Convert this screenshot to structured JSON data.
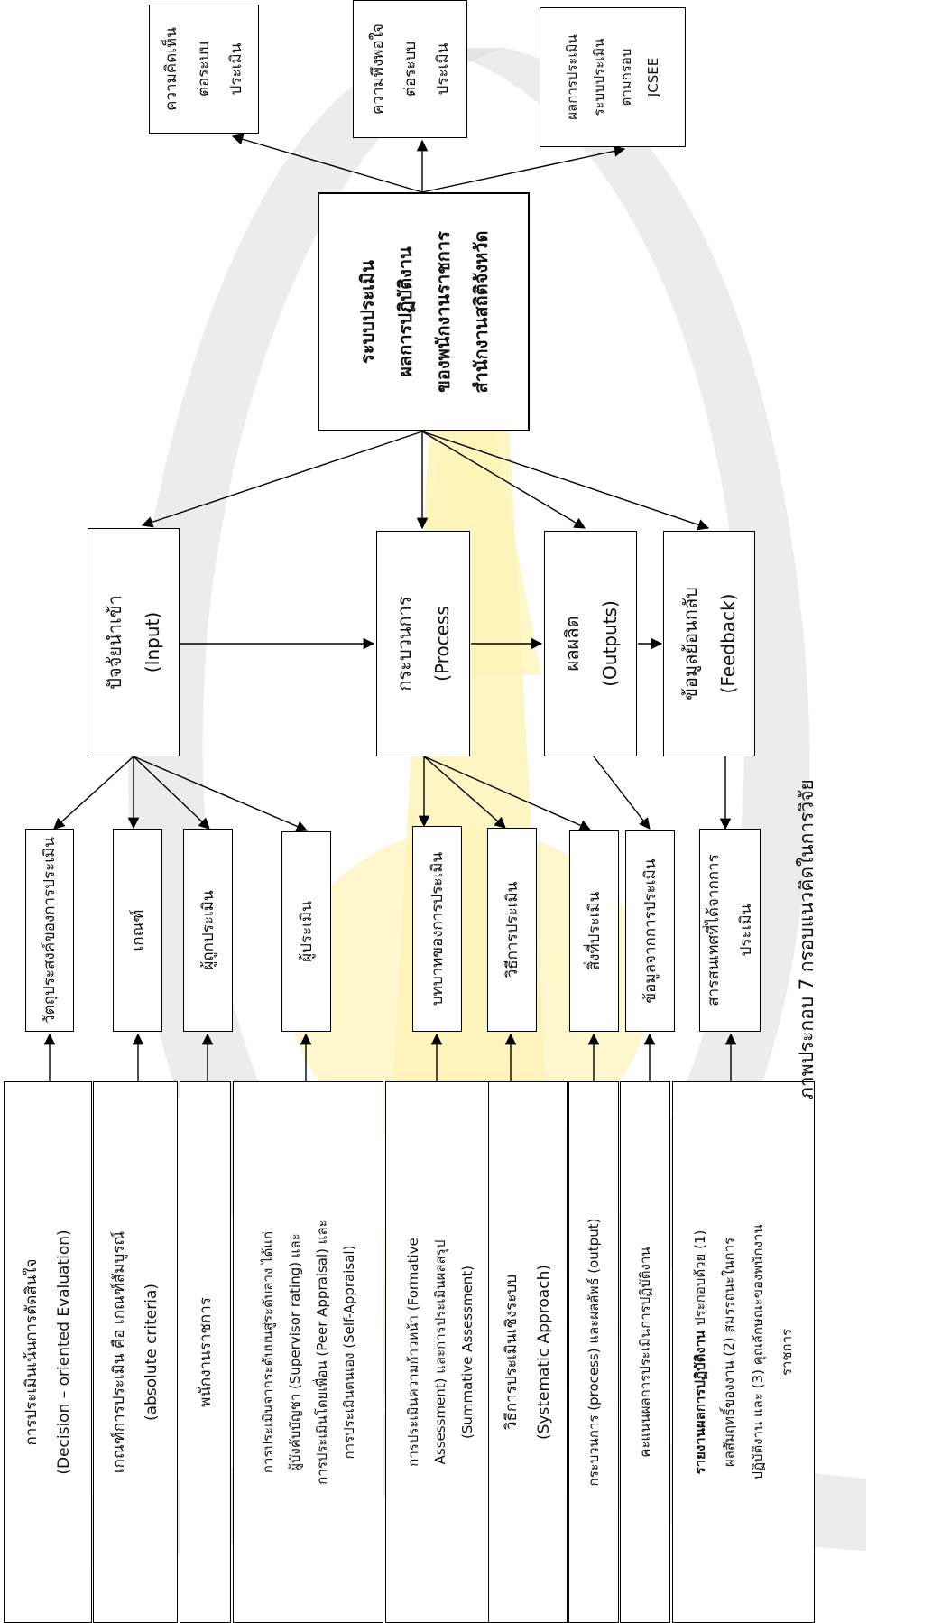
{
  "diagram": {
    "central_system": {
      "lines": [
        "ระบบประเมิน",
        "ผลการปฏิบัติงาน",
        "ของพนักงานราชการ",
        "สำนักงานสถิติจังหวัด"
      ]
    },
    "results": [
      {
        "lines": [
          "ความคิดเห็น",
          "ต่อระบบ",
          "ประเมิน"
        ]
      },
      {
        "lines": [
          "ความพึงพอใจ",
          "ต่อระบบ",
          "ประเมิน"
        ]
      },
      {
        "lines": [
          "ผลการประเมิน",
          "ระบบประเมิน",
          "ตามกรอบ",
          "JCSEE"
        ]
      }
    ],
    "components": {
      "input": {
        "title": "ปัจจัยนำเข้า",
        "sub": "(Input)"
      },
      "process": {
        "title": "กระบวนการ",
        "sub": "(Process"
      },
      "outputs": {
        "title": "ผลผลิต",
        "sub": "(Outputs)"
      },
      "feedback": {
        "title": "ข้อมูลย้อนกลับ",
        "sub": "(Feedback)"
      }
    },
    "elements": [
      "วัตถุประสงค์ของการประเมิน",
      "เกณฑ์",
      "ผู้ถูกประเมิน",
      "ผู้ประเมิน",
      "บทบาทของการประเมิน",
      "วิธีการประเมิน",
      "สิ่งที่ประเมิน",
      "ข้อมูลจากการประเมิน",
      "สารสนเทศที่ได้จากการประเมิน"
    ],
    "details": [
      {
        "lines": [
          "การประเมินเน้นการตัดสินใจ",
          "(Decision – oriented Evaluation)"
        ]
      },
      {
        "lines": [
          "เกณฑ์การประเมิน คือ เกณฑ์สัมบูรณ์",
          "(absolute criteria)"
        ]
      },
      {
        "lines": [
          "พนักงานราชการ"
        ]
      },
      {
        "lines": [
          "การประเมินจากระดับบนสู่ระดับล่าง ได้แก่",
          "ผู้บังคับบัญชา (Supervisor rating) และ",
          "การประเมินโดยเพื่อน (Peer Appraisal) และ",
          "การประเมินตนเอง (Self-Appraisal)"
        ]
      },
      {
        "lines": [
          "การประเมินความก้าวหน้า (Formative",
          "Assessment) และการประเมินผลสรุป",
          "(Summative Assessment)"
        ]
      },
      {
        "lines": [
          "วิธีการประเมินเชิงระบบ",
          "(Systematic Approach)"
        ]
      },
      {
        "lines": [
          "กระบวนการ (process) และผลลัพธ์ (output)"
        ]
      },
      {
        "lines": [
          "คะแนนผลการประเมินการปฏิบัติงาน"
        ]
      },
      {
        "bold_prefix": "รายงานผลการปฏิบัติงาน",
        "lines": [
          " ประกอบด้วย (1)",
          "ผลสัมฤทธิ์ของงาน (2) สมรรถนะในการ",
          "ปฏิบัติงาน และ (3) คุณลักษณะของพนักงาน",
          "ราชการ"
        ]
      }
    ],
    "caption": "ภาพประกอบ 7  กรอบแนวคิดในการวิจัย"
  },
  "colors": {
    "line": "#000000",
    "box_border": "#000000",
    "box_fill": "#ffffff",
    "watermark_gray": "#d4d4d4",
    "watermark_yellow": "#fdf4b8"
  }
}
